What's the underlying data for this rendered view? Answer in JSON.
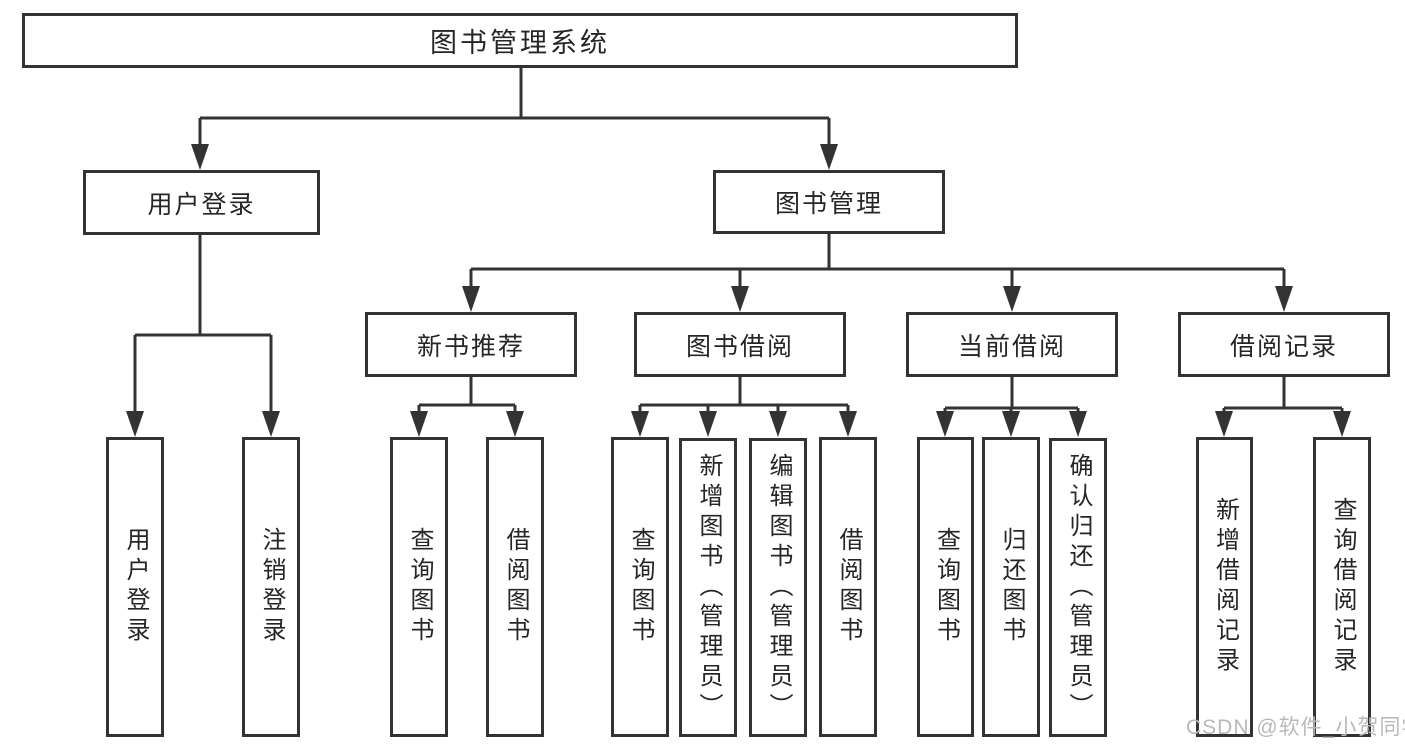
{
  "diagram": {
    "title": "图书管理系统",
    "root": {
      "label": "图书管理系统"
    },
    "user": {
      "label": "用户登录",
      "children": [
        {
          "label": "用户登录"
        },
        {
          "label": "注销登录"
        }
      ]
    },
    "book": {
      "label": "图书管理",
      "sections": [
        {
          "label": "新书推荐",
          "children": [
            {
              "label": "查询图书"
            },
            {
              "label": "借阅图书"
            }
          ]
        },
        {
          "label": "图书借阅",
          "children": [
            {
              "label": "查询图书"
            },
            {
              "label": "新增图书（管理员）"
            },
            {
              "label": "编辑图书（管理员）"
            },
            {
              "label": "借阅图书"
            }
          ]
        },
        {
          "label": "当前借阅",
          "children": [
            {
              "label": "查询图书"
            },
            {
              "label": "归还图书"
            },
            {
              "label": "确认归还（管理员）"
            }
          ]
        },
        {
          "label": "借阅记录",
          "children": [
            {
              "label": "新增借阅记录"
            },
            {
              "label": "查询借阅记录"
            }
          ]
        }
      ]
    },
    "watermark": "CSDN @软件_小贺同学",
    "colors": {
      "line": "#333333",
      "text": "#262626",
      "watermark": "#b9b9b9",
      "background": "#ffffff"
    }
  }
}
